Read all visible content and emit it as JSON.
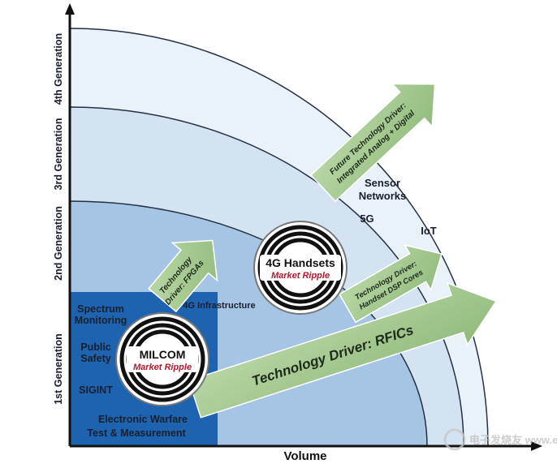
{
  "axes": {
    "x_label": "Volume",
    "y_generations": [
      "1st Generation",
      "2nd Generation",
      "3rd Generation",
      "4th Generation"
    ]
  },
  "zones": {
    "gen1": [
      "Spectrum",
      "Monitoring",
      "Public",
      "Safety",
      "SIGINT",
      "Electronic Warfare",
      "Test & Measurement"
    ],
    "gen2": [
      "4G Infrastructure"
    ],
    "gen3": [
      "Sensor",
      "Networks",
      "5G",
      "IoT"
    ]
  },
  "ripples": [
    {
      "title": "MILCOM",
      "subtitle": "Market Ripple"
    },
    {
      "title": "4G Handsets",
      "subtitle": "Market Ripple"
    }
  ],
  "arrows": {
    "fpgas": [
      "Technology",
      "Driver: FPGAs"
    ],
    "dsp": [
      "Technology Driver:",
      "Handset DSP Cores"
    ],
    "future": [
      "Future Technology Driver:",
      "Integrated Analog + Digital"
    ],
    "rfics": "Technology Driver: RFICs"
  },
  "watermark": "电子发烧友 www.elecfans.com",
  "colors": {
    "gen1": "#1e63b0",
    "gen2": "#a6c5e4",
    "gen3": "#d3e3f2",
    "gen4": "#e9f1f9",
    "arrow": "#9fc78a"
  }
}
